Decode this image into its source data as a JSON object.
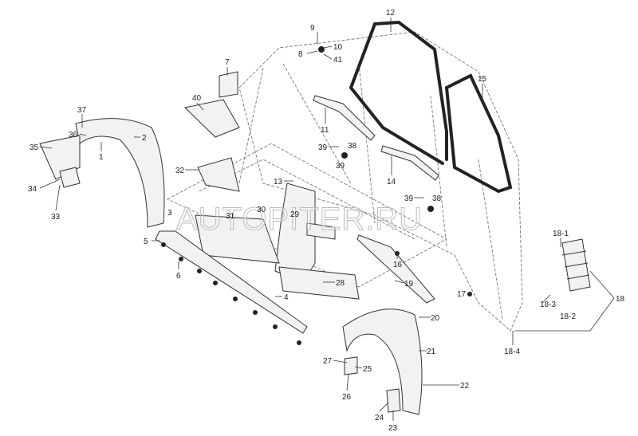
{
  "diagram": {
    "title": "Body parts exploded view"
  },
  "watermark": "AUTOPITER.RU",
  "callouts": [
    "12",
    "9",
    "10",
    "8",
    "41",
    "7",
    "15",
    "40",
    "37",
    "36",
    "2",
    "35",
    "1",
    "11",
    "39",
    "38",
    "39",
    "32",
    "34",
    "14",
    "13",
    "39",
    "38",
    "33",
    "30",
    "31",
    "29",
    "18-1",
    "5",
    "6",
    "16",
    "28",
    "19",
    "4",
    "17",
    "18",
    "18-3",
    "18-2",
    "20",
    "18-4",
    "21",
    "27",
    "25",
    "26",
    "22",
    "24",
    "23",
    "3"
  ]
}
